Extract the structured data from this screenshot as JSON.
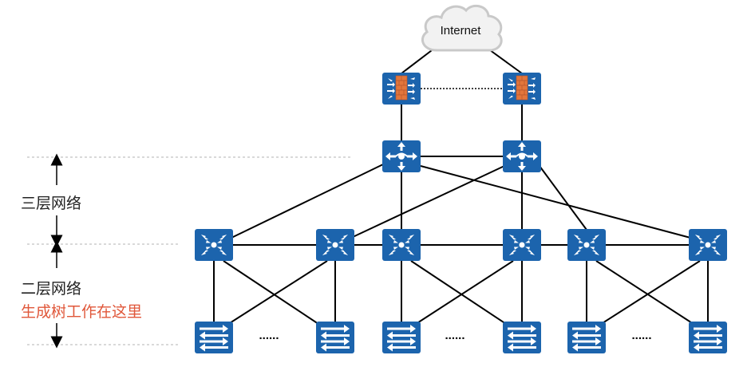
{
  "cloud": {
    "label": "Internet"
  },
  "layers": {
    "l3_label": "三层网络",
    "l2_label": "二层网络",
    "stp_note": "生成树工作在这里"
  },
  "ellipsis": [
    "......",
    "......",
    "......"
  ],
  "colors": {
    "device": "#1c64ad",
    "firewall_brick": "#e2763c",
    "note": "#e0573a",
    "line": "#000000",
    "guide": "#b3b3b3",
    "cloud_fill": "#f2f2f2",
    "cloud_stroke": "#c9c9c9"
  },
  "icons": {
    "firewall": "firewall-icon",
    "router": "router-icon",
    "aggregation_switch": "aggregation-switch-icon",
    "access_switch": "access-switch-icon",
    "cloud": "cloud-icon"
  }
}
